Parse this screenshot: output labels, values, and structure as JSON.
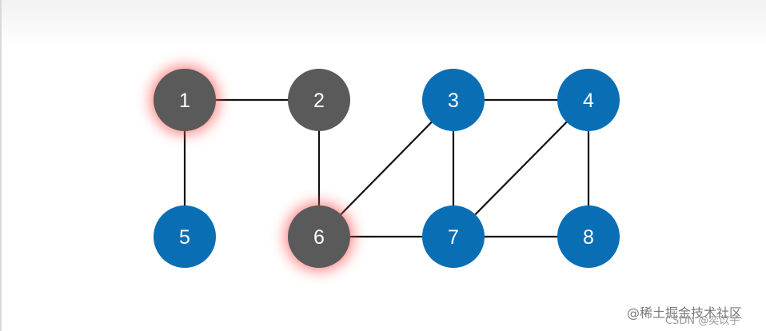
{
  "nodes": [
    {
      "id": "1",
      "label": "1",
      "state": "visited",
      "highlighted": true
    },
    {
      "id": "2",
      "label": "2",
      "state": "visited",
      "highlighted": false
    },
    {
      "id": "3",
      "label": "3",
      "state": "unvisited",
      "highlighted": false
    },
    {
      "id": "4",
      "label": "4",
      "state": "unvisited",
      "highlighted": false
    },
    {
      "id": "5",
      "label": "5",
      "state": "unvisited",
      "highlighted": false
    },
    {
      "id": "6",
      "label": "6",
      "state": "visited",
      "highlighted": true
    },
    {
      "id": "7",
      "label": "7",
      "state": "unvisited",
      "highlighted": false
    },
    {
      "id": "8",
      "label": "8",
      "state": "unvisited",
      "highlighted": false
    }
  ],
  "edges": [
    [
      "1",
      "2"
    ],
    [
      "1",
      "5"
    ],
    [
      "2",
      "6"
    ],
    [
      "3",
      "4"
    ],
    [
      "3",
      "6"
    ],
    [
      "3",
      "7"
    ],
    [
      "4",
      "7"
    ],
    [
      "4",
      "8"
    ],
    [
      "6",
      "7"
    ],
    [
      "7",
      "8"
    ]
  ],
  "colors": {
    "visited": "#5a5a5a",
    "unvisited": "#0a6eb5",
    "edge": "#111111",
    "glow": "#ff4d4d"
  },
  "watermark": {
    "main": "@稀土掘金技术社区",
    "sub": "CSDN @奕苡子"
  }
}
